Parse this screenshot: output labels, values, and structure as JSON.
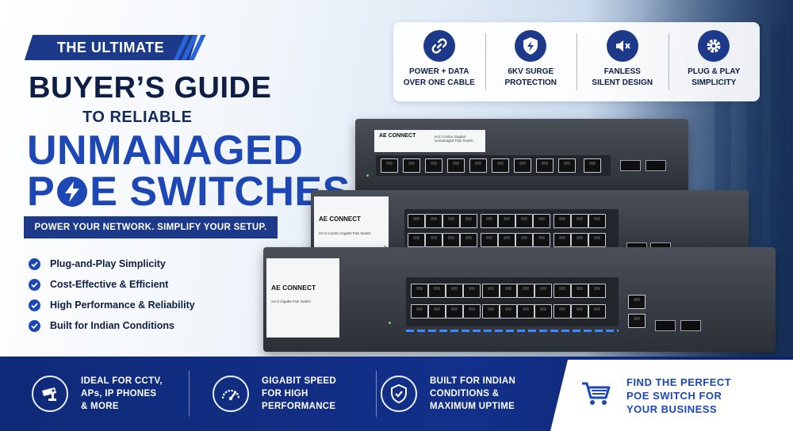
{
  "header": {
    "badge": "THE ULTIMATE",
    "line1": "BUYER’S GUIDE",
    "line2": "TO RELIABLE",
    "line3": "UNMANAGED",
    "line4_a": "P",
    "line4_b": "E SWITCHES",
    "tagline": "POWER YOUR NETWORK. SIMPLIFY YOUR SETUP."
  },
  "features": [
    "Plug-and-Play Simplicity",
    "Cost-Effective & Efficient",
    "High Performance & Reliability",
    "Built for Indian Conditions"
  ],
  "benefits": [
    {
      "line1": "POWER + DATA",
      "line2": "OVER ONE CABLE",
      "icon": "link-icon"
    },
    {
      "line1": "6KV SURGE",
      "line2": "PROTECTION",
      "icon": "shield-bolt-icon"
    },
    {
      "line1": "FANLESS",
      "line2": "SILENT DESIGN",
      "icon": "mute-icon"
    },
    {
      "line1": "PLUG & PLAY",
      "line2": "SIMPLICITY",
      "icon": "gear-icon"
    }
  ],
  "switches": {
    "brand": "AE CONNECT",
    "sw1_model": "8+2 Combo Gigabit Unmanaged PoE Switch",
    "sw2_model": "24+2 Combo Gigabit PoE Switch",
    "sw3_model": "24+2 Gigabit PoE Switch"
  },
  "bottom": [
    {
      "lines": [
        "IDEAL FOR CCTV,",
        "APs, IP PHONES",
        "& MORE"
      ],
      "icon": "cctv-icon"
    },
    {
      "lines": [
        "GIGABIT SPEED",
        "FOR HIGH",
        "PERFORMANCE"
      ],
      "icon": "speedometer-icon"
    },
    {
      "lines": [
        "BUILT FOR INDIAN",
        "CONDITIONS &",
        "MAXIMUM UPTIME"
      ],
      "icon": "shield-check-icon"
    }
  ],
  "cta": {
    "lines": [
      "FIND THE PERFECT",
      "POE SWITCH FOR",
      "YOUR BUSINESS"
    ],
    "icon": "cart-icon"
  },
  "colors": {
    "primary": "#1c47b5",
    "navy": "#0e1e44",
    "bar": "#12308a"
  }
}
